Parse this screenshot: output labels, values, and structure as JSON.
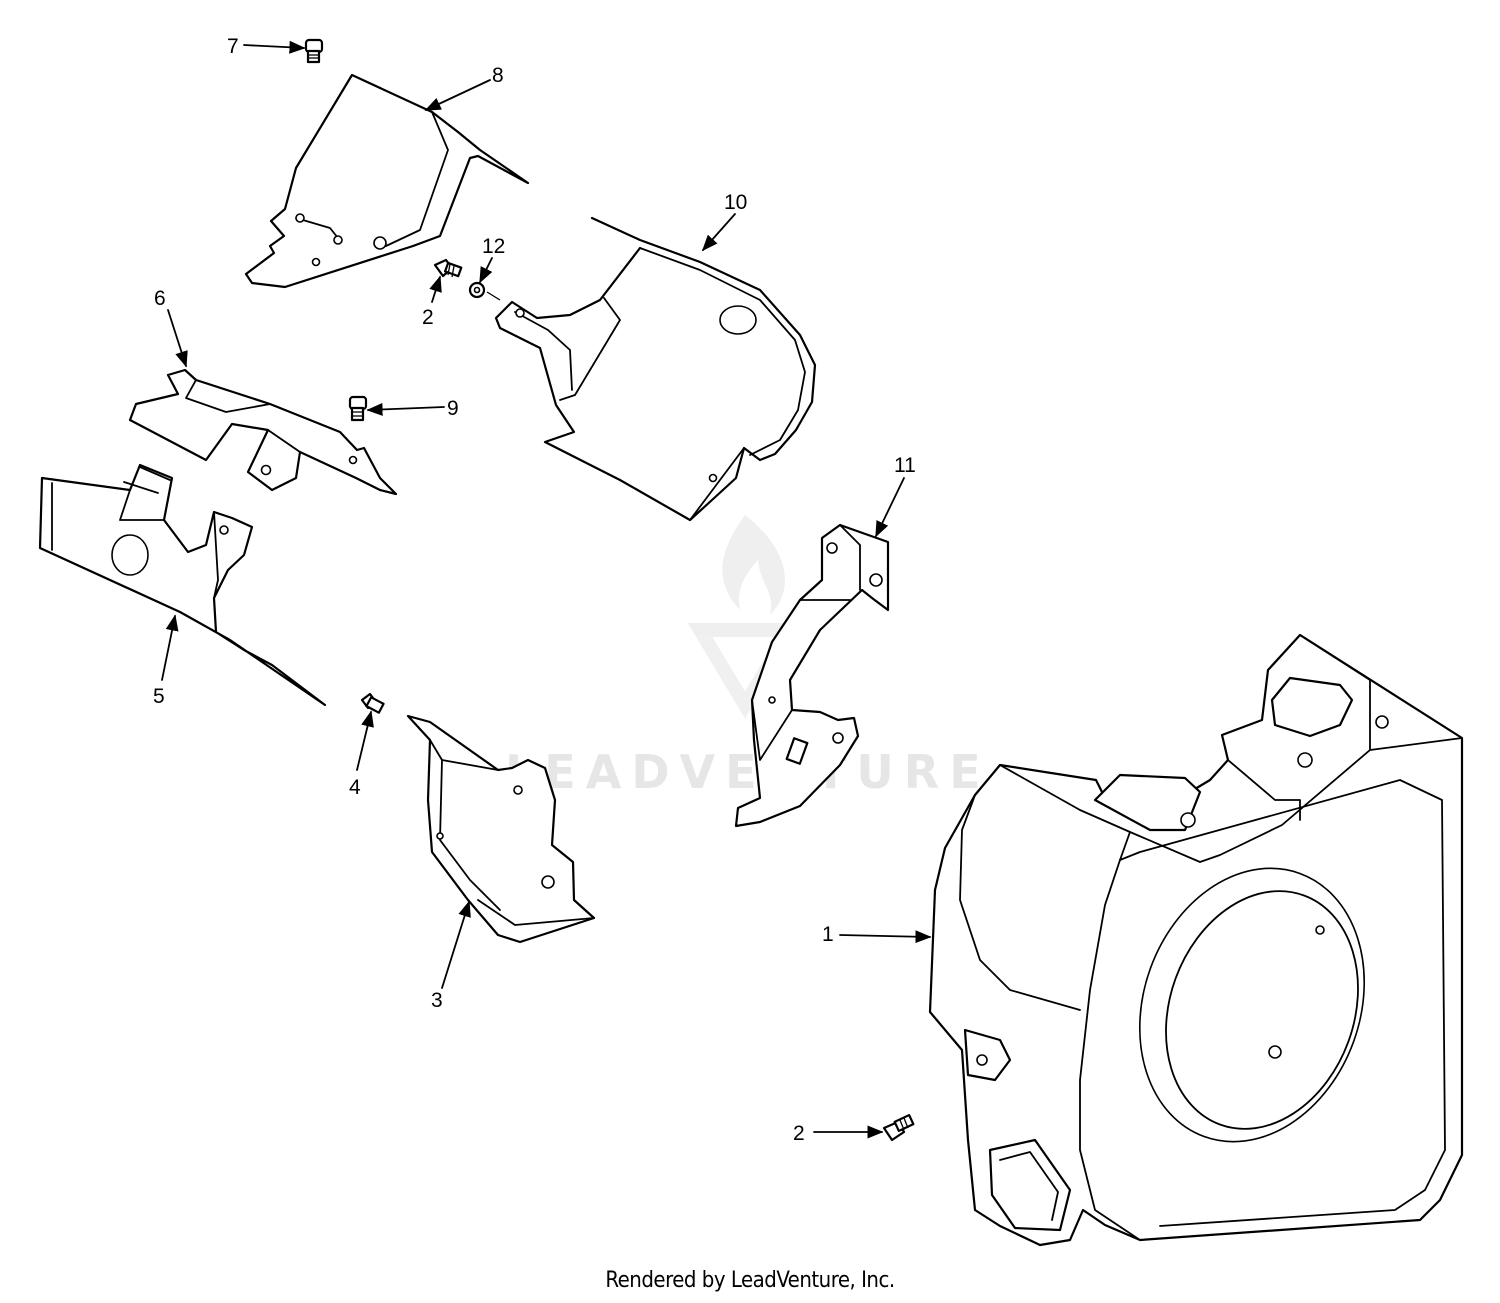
{
  "callouts": [
    {
      "id": "c1",
      "label": "1"
    },
    {
      "id": "c2a",
      "label": "2"
    },
    {
      "id": "c2b",
      "label": "2"
    },
    {
      "id": "c3",
      "label": "3"
    },
    {
      "id": "c4",
      "label": "4"
    },
    {
      "id": "c5",
      "label": "5"
    },
    {
      "id": "c6",
      "label": "6"
    },
    {
      "id": "c7",
      "label": "7"
    },
    {
      "id": "c8",
      "label": "8"
    },
    {
      "id": "c9",
      "label": "9"
    },
    {
      "id": "c10",
      "label": "10"
    },
    {
      "id": "c11",
      "label": "11"
    },
    {
      "id": "c12",
      "label": "12"
    }
  ],
  "watermark": {
    "text": "LEADVENTURE"
  },
  "footer": {
    "text": "Rendered by LeadVenture, Inc."
  }
}
